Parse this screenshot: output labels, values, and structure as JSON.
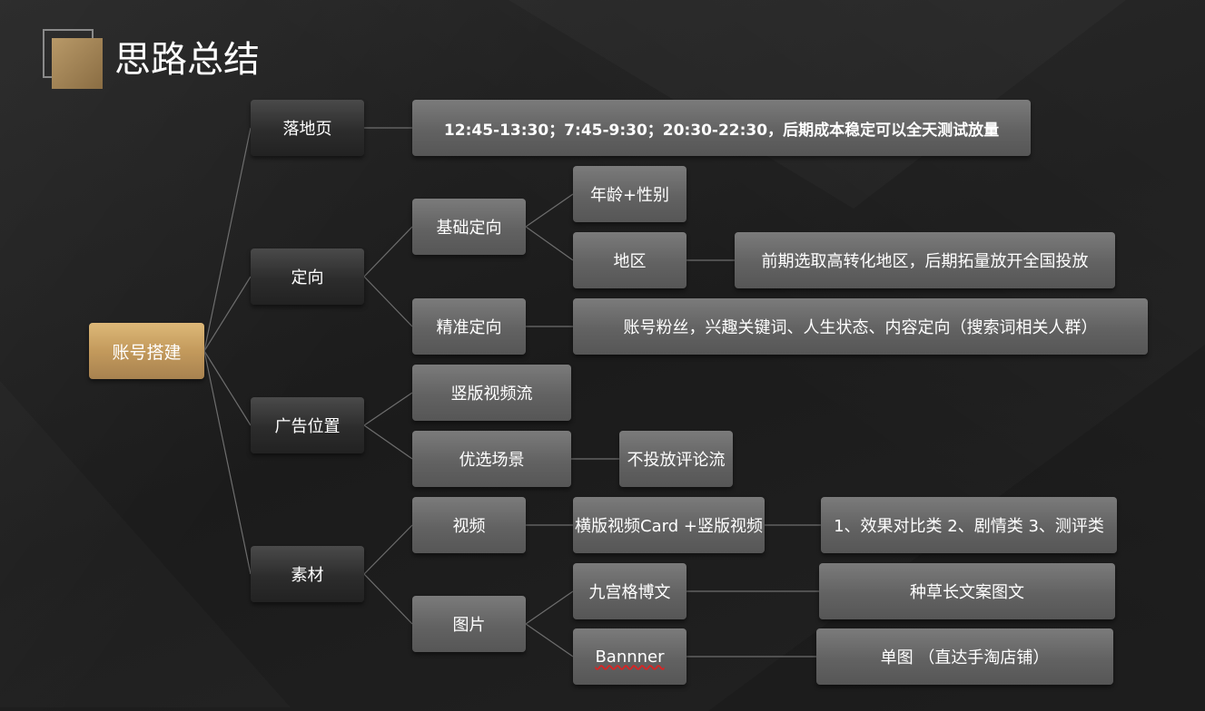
{
  "page": {
    "title": "思路总结",
    "accent_color": "#b89968"
  },
  "mindmap": {
    "root": "账号搭建",
    "branches": {
      "landing": {
        "label": "落地页",
        "note": "12:45-13:30；7:45-9:30；20:30-22:30，后期成本稳定可以全天测试放量"
      },
      "targeting": {
        "label": "定向",
        "basic": {
          "label": "基础定向",
          "age_gender": "年龄+性别",
          "region": "地区",
          "region_note": "前期选取高转化地区，后期拓量放开全国投放"
        },
        "precise": {
          "label": "精准定向",
          "note": "账号粉丝，兴趣关键词、人生状态、内容定向（搜索词相关人群）"
        }
      },
      "placement": {
        "label": "广告位置",
        "vertical_feed": "竖版视频流",
        "preferred": "优选场景",
        "preferred_note": "不投放评论流"
      },
      "material": {
        "label": "素材",
        "video": {
          "label": "视频",
          "format": "横版视频Card +竖版视频",
          "types": "1、效果对比类  2、剧情类  3、测评类"
        },
        "image": {
          "label": "图片",
          "grid": "九宫格博文",
          "grid_note": "种草长文案图文",
          "banner": "Bannner",
          "banner_note": "单图 （直达手淘店铺）"
        }
      }
    }
  }
}
